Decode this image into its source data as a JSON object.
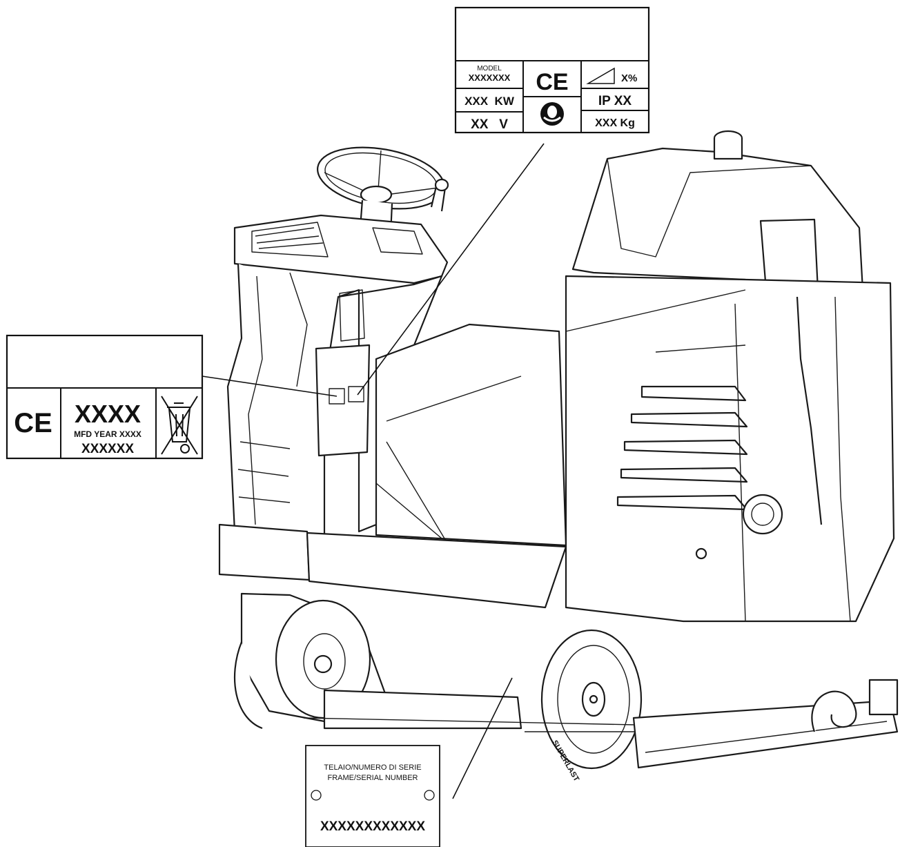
{
  "plate_top": {
    "model_caption": "MODEL",
    "model_value": "XXXXXXX",
    "power": "XXX  KW",
    "voltage": "XX   V",
    "ce_mark": "CE",
    "slope": "X%",
    "ip_rating": "IP XX",
    "weight": "XXX Kg",
    "icons": [
      "slope-icon",
      "ear-protection-icon"
    ]
  },
  "plate_left": {
    "ce_mark": "CE",
    "year_code": "XXXX",
    "mfd_year": "MFD YEAR XXXX",
    "serial": "XXXXXX",
    "icons": [
      "crossed-bin-icon"
    ]
  },
  "plate_bottom": {
    "line1": "TELAIO/NUMERO DI SERIE",
    "line2": "FRAME/SERIAL NUMBER",
    "serial": "XXXXXXXXXXXX"
  },
  "tire_brand": "SUPERLAST"
}
